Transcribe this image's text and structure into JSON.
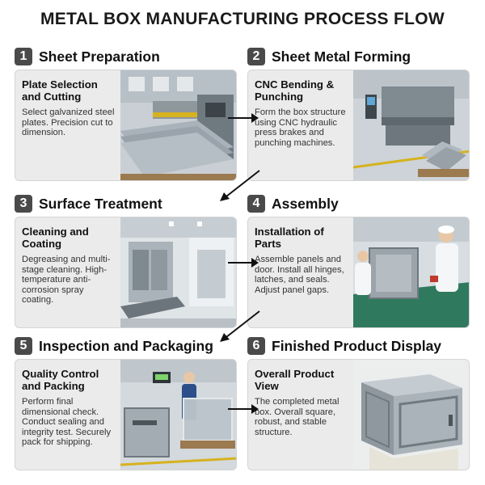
{
  "title": "METAL BOX MANUFACTURING PROCESS FLOW",
  "steps": [
    {
      "number": "1",
      "title": "Sheet Preparation",
      "subtitle": "Plate Selection and Cutting",
      "description": "Select galvanized steel plates. Precision cut to dimension.",
      "image": "cutting-machine-photo"
    },
    {
      "number": "2",
      "title": "Sheet Metal Forming",
      "subtitle": "CNC Bending & Punching",
      "description": "Form the box structure using CNC hydraulic press brakes and punching machines.",
      "image": "press-brake-photo"
    },
    {
      "number": "3",
      "title": "Surface Treatment",
      "subtitle": "Cleaning and Coating",
      "description": "Degreasing and multi-stage cleaning. High-temperature anti-corrosion spray coating.",
      "image": "coating-line-photo"
    },
    {
      "number": "4",
      "title": "Assembly",
      "subtitle": "Installation of Parts",
      "description": "Assemble panels and door. Install all hinges, latches, and seals. Adjust panel gaps.",
      "image": "assembly-workers-photo"
    },
    {
      "number": "5",
      "title": "Inspection and Packaging",
      "subtitle": "Quality Control and Packing",
      "description": "Perform final dimensional check. Conduct sealing and integrity test. Securely pack for shipping.",
      "image": "inspection-packing-photo"
    },
    {
      "number": "6",
      "title": "Finished Product Display",
      "subtitle": "Overall Product View",
      "description": "The completed metal box. Overall square, robust, and stable structure.",
      "image": "finished-box-photo"
    }
  ],
  "colors": {
    "badge": "#4a4a4a",
    "card": "#ebebeb",
    "arrow": "#111111",
    "steel": "#a9b2ba"
  }
}
